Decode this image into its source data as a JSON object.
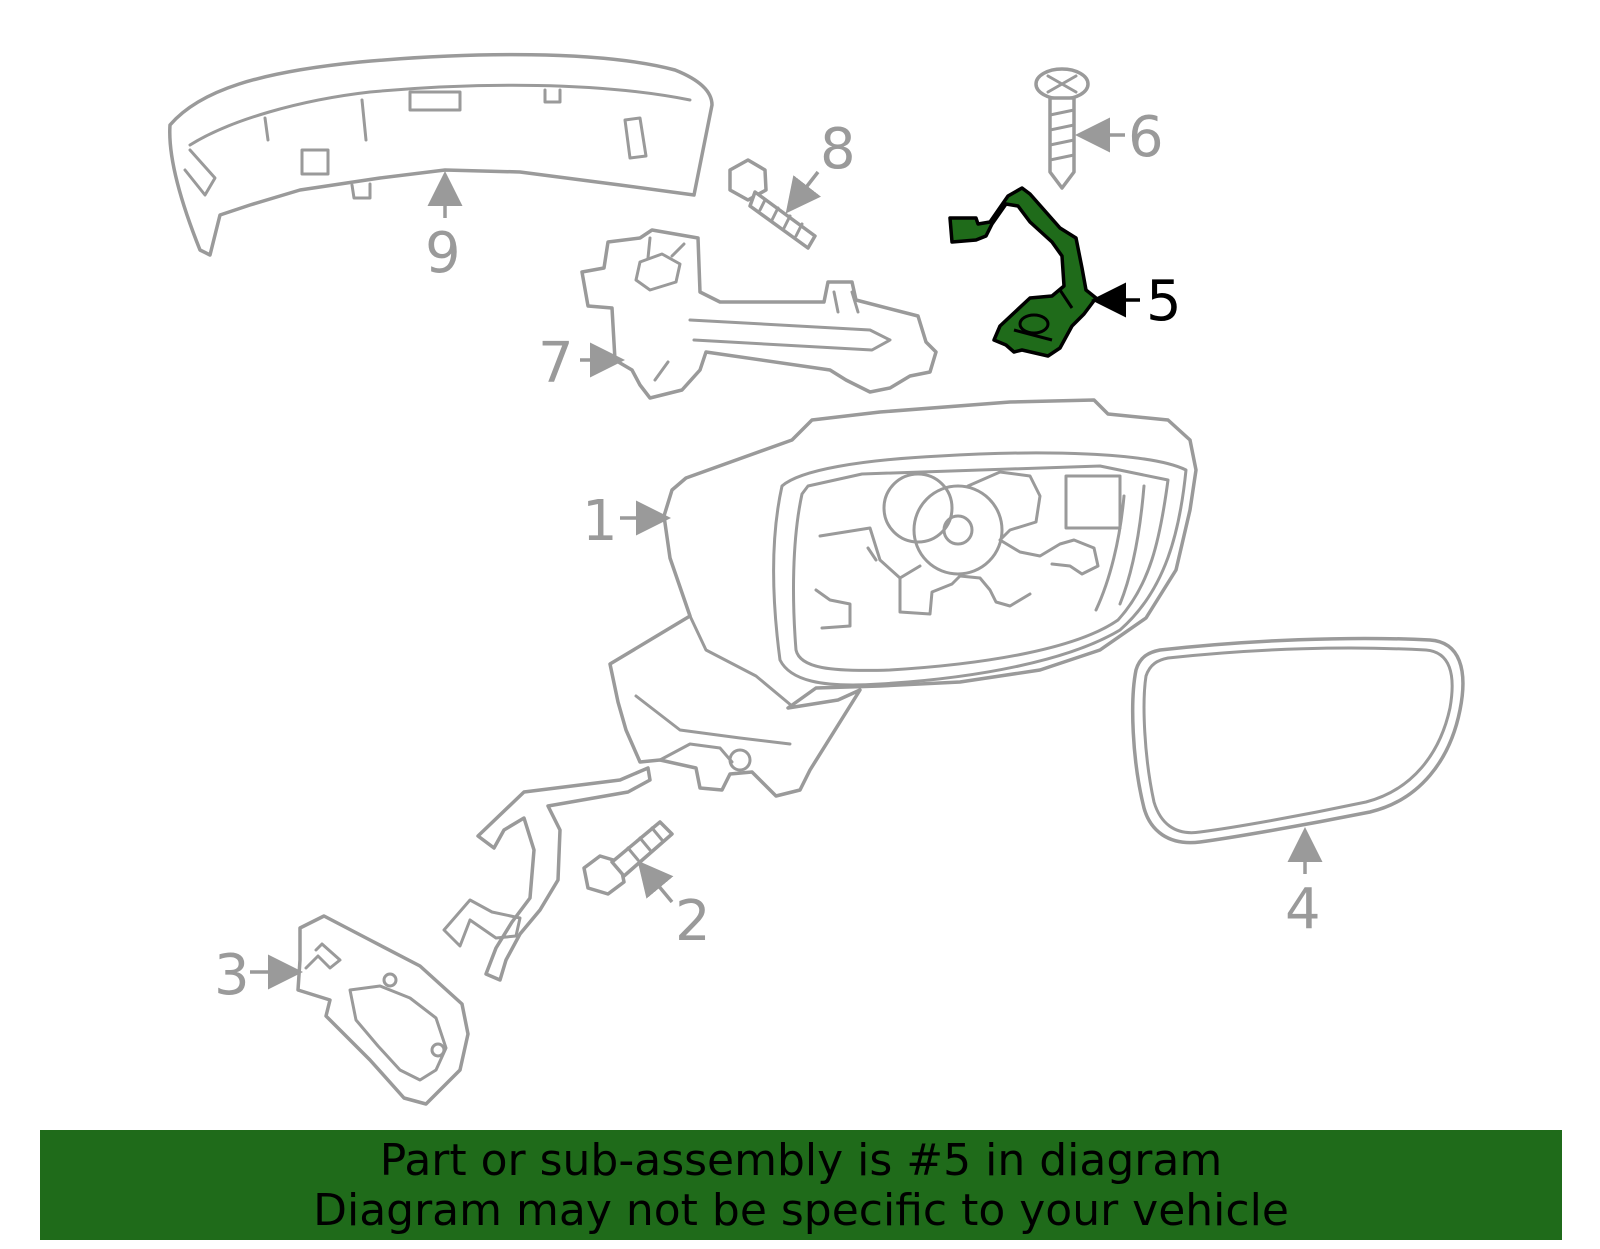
{
  "colors": {
    "highlight": "#1f6b1a",
    "outline": "#9a9a9a",
    "highlight_outline": "#000000"
  },
  "callouts": {
    "p1": "1",
    "p2": "2",
    "p3": "3",
    "p4": "4",
    "p5": "5",
    "p6": "6",
    "p7": "7",
    "p8": "8",
    "p9": "9"
  },
  "highlighted_part": "5",
  "banner": {
    "line1": "Part or sub-assembly is #5 in diagram",
    "line2": "Diagram may not be specific to your vehicle"
  }
}
